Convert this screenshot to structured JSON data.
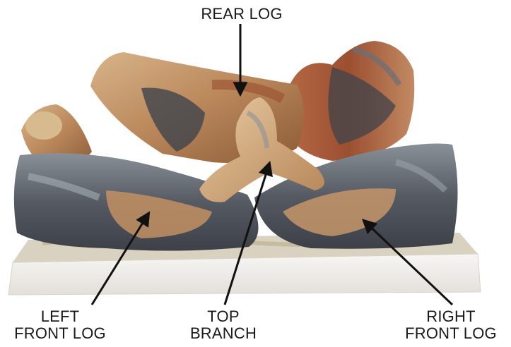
{
  "labels": {
    "rear_log": "REAR LOG",
    "left_front_log": [
      "LEFT",
      "FRONT LOG"
    ],
    "top_branch": [
      "TOP",
      "BRANCH"
    ],
    "right_front_log": [
      "RIGHT",
      "FRONT LOG"
    ]
  },
  "colors": {
    "background": "#ffffff",
    "label_text": "#1a1a1a",
    "arrow": "#111111",
    "base_platform": "#f2f0ec",
    "log_tan": "#c79a6a",
    "log_rust": "#a4573a",
    "log_charcoal": "#4b4f58",
    "branch_light": "#dbb38a"
  }
}
